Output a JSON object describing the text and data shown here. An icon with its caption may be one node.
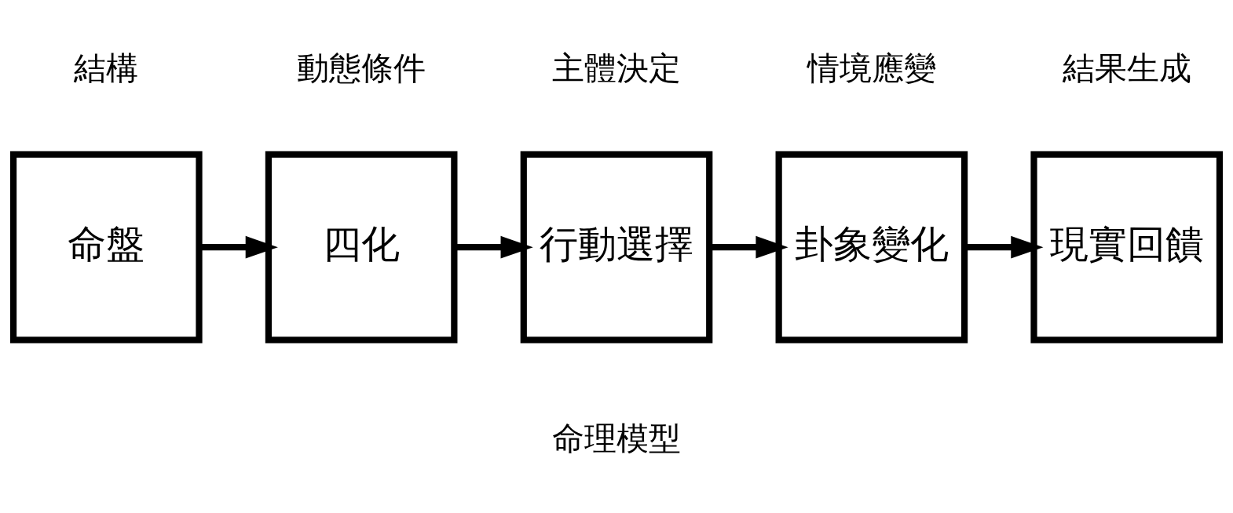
{
  "diagram": {
    "caption": "命理模型",
    "nodes": [
      {
        "text": [
          "命盤"
        ],
        "beside": [
          "結構"
        ]
      },
      {
        "text": [
          "四化"
        ],
        "beside": [
          "動態條件"
        ]
      },
      {
        "text": [
          "行動選擇"
        ],
        "beside": [
          "主體決定"
        ]
      },
      {
        "text": [
          "卦象變化"
        ],
        "beside": [
          "情境應變"
        ]
      },
      {
        "text": [
          "現實回饋"
        ],
        "beside": [
          "結果生成"
        ]
      }
    ],
    "edges": [
      {
        "from": 0,
        "to": 1,
        "arrow": "to"
      },
      {
        "from": 1,
        "to": 2,
        "arrow": "to"
      },
      {
        "from": 2,
        "to": 3,
        "arrow": "to"
      },
      {
        "from": 3,
        "to": 4,
        "arrow": "to"
      }
    ]
  }
}
